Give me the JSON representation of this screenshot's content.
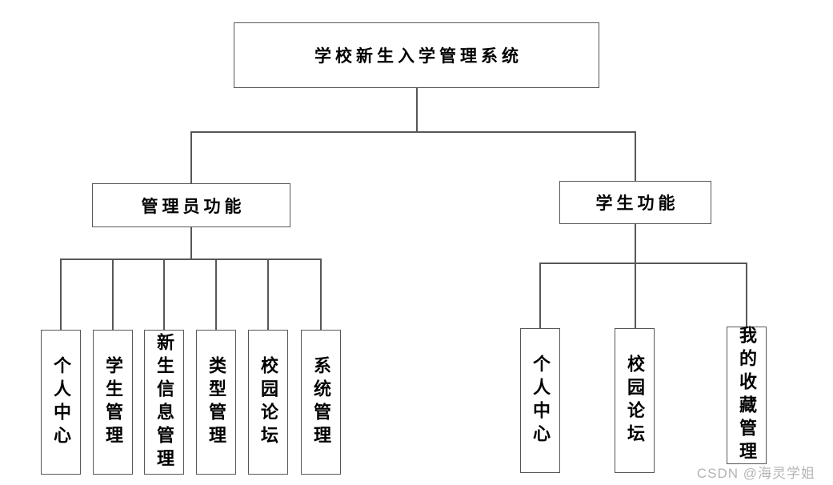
{
  "diagram": {
    "root": {
      "label": "学校新生入学管理系统"
    },
    "admin": {
      "label": "管理员功能",
      "children": [
        {
          "label": "个人中心"
        },
        {
          "label": "学生管理"
        },
        {
          "label": "新生信息管理"
        },
        {
          "label": "类型管理"
        },
        {
          "label": "校园论坛"
        },
        {
          "label": "系统管理"
        }
      ]
    },
    "student": {
      "label": "学生功能",
      "children": [
        {
          "label": "个人中心"
        },
        {
          "label": "校园论坛"
        },
        {
          "label": "我的收藏管理"
        }
      ]
    }
  },
  "watermark": {
    "text": "CSDN @海灵学姐"
  },
  "colors": {
    "line": "#575757",
    "border": "#575757",
    "background": "#ffffff",
    "text": "#000000",
    "watermark": "#b7b3b3"
  }
}
